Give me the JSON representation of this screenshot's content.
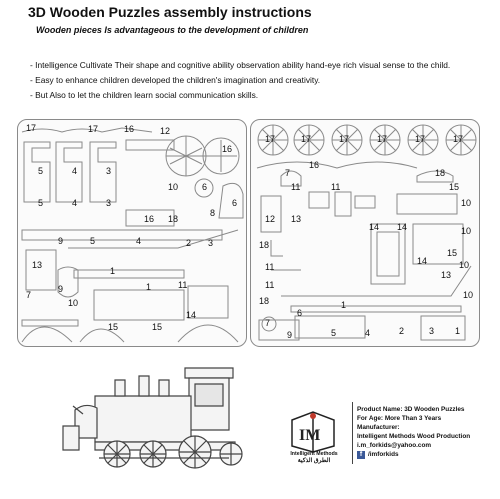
{
  "header": {
    "title": "3D Wooden Puzzles assembly instructions",
    "subtitle": "Wooden pieces Is advantageous to the development of children"
  },
  "bullets": [
    "- Intelligence Cultivate Their shape and cognitive ability observation ability hand-eye rich visual sense to the child.",
    "- Easy to enhance children developed the children's imagination and creativity.",
    "- But Also to let the children learn social communication skills."
  ],
  "left_sheet_numbers": [
    "17",
    "17",
    "16",
    "12",
    "16",
    "5",
    "4",
    "3",
    "6",
    "6",
    "8",
    "5",
    "4",
    "3",
    "18",
    "16",
    "9",
    "5",
    "4",
    "2",
    "3",
    "13",
    "1",
    "9",
    "10",
    "1",
    "15",
    "15",
    "14",
    "11",
    "7",
    "10"
  ],
  "right_sheet_numbers": [
    "17",
    "17",
    "17",
    "17",
    "17",
    "16",
    "17",
    "18",
    "7",
    "11",
    "11",
    "15",
    "12",
    "13",
    "10",
    "14",
    "14",
    "10",
    "18",
    "14",
    "15",
    "11",
    "10",
    "11",
    "18",
    "13",
    "1",
    "10",
    "6",
    "7",
    "9",
    "5",
    "4",
    "2",
    "3",
    "1"
  ],
  "brand": {
    "logo_letters": "IM",
    "logo_name": "Intelligent Methods",
    "logo_arabic": "الطرق الذكية"
  },
  "product": {
    "name_label": "Product Name:",
    "name_value": "3D Wooden Puzzles",
    "age_label": "For Age:",
    "age_value": "More Than 3 Years",
    "manufacturer_label": "Manufacturer:",
    "manufacturer_value": "Intelligent Methods Wood Production",
    "email": "i.m_forkids@yahoo.com",
    "social": "/imforkids",
    "facebook_icon_letter": "f"
  }
}
